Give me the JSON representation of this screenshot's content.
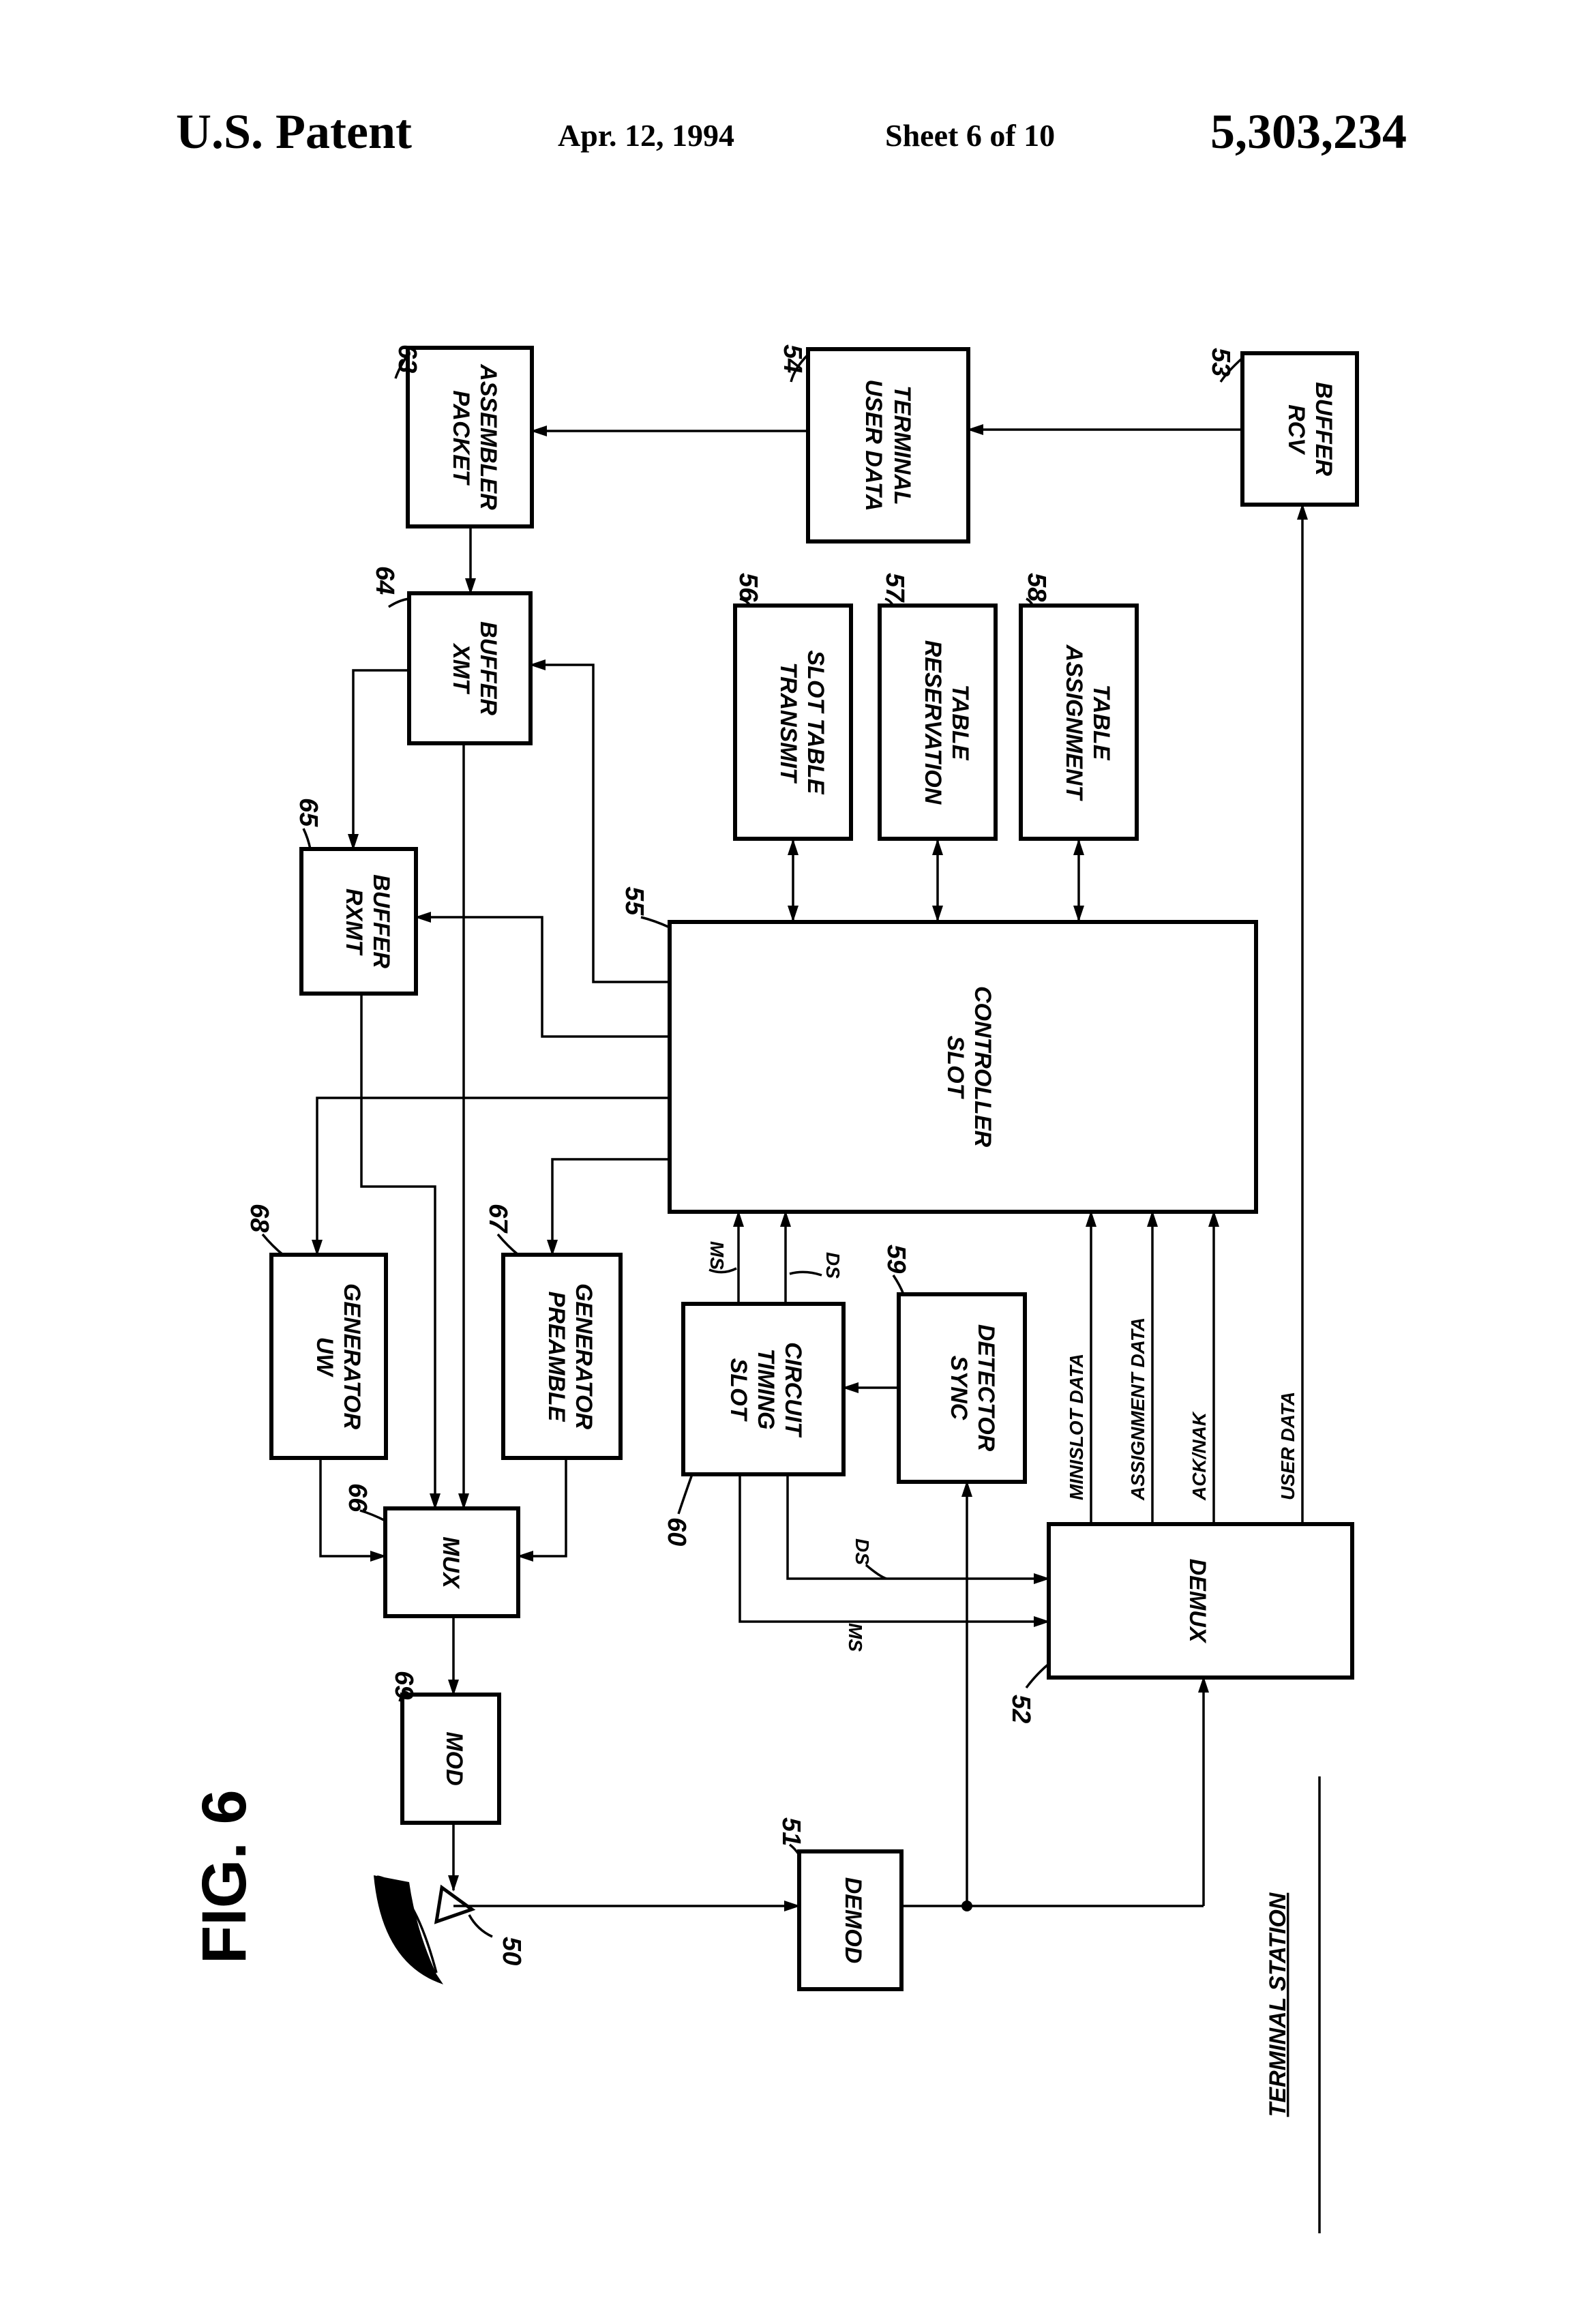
{
  "header": {
    "left": "U.S. Patent",
    "date": "Apr. 12, 1994",
    "sheet": "Sheet 6 of 10",
    "patent_number": "5,303,234"
  },
  "figure": {
    "label": "FIG. 6",
    "caption": "TERMINAL STATION",
    "blocks": {
      "packet_assembler": {
        "line1": "PACKET",
        "line2": "ASSEMBLER",
        "ref": "63"
      },
      "user_data_terminal": {
        "line1": "USER DATA",
        "line2": "TERMINAL",
        "ref": "54"
      },
      "rcv_buffer": {
        "line1": "RCV",
        "line2": "BUFFER",
        "ref": "53"
      },
      "xmt_buffer": {
        "line1": "XMT",
        "line2": "BUFFER",
        "ref": "64"
      },
      "transmit_slot_table": {
        "line1": "TRANSMIT",
        "line2": "SLOT TABLE",
        "ref": "56"
      },
      "reservation_table": {
        "line1": "RESERVATION",
        "line2": "TABLE",
        "ref": "57"
      },
      "assignment_table": {
        "line1": "ASSIGNMENT",
        "line2": "TABLE",
        "ref": "58"
      },
      "rxmt_buffer": {
        "line1": "RXMT",
        "line2": "BUFFER",
        "ref": "65"
      },
      "slot_controller": {
        "line1": "SLOT",
        "line2": "CONTROLLER",
        "ref": "55"
      },
      "uw_generator": {
        "line1": "UW",
        "line2": "GENERATOR",
        "ref": "68"
      },
      "preamble_generator": {
        "line1": "PREAMBLE",
        "line2": "GENERATOR",
        "ref": "67"
      },
      "slot_timing_circuit": {
        "line1": "SLOT",
        "line2": "TIMING",
        "line3": "CIRCUIT",
        "ref": "60"
      },
      "sync_detector": {
        "line1": "SYNC",
        "line2": "DETECTOR",
        "ref": "59"
      },
      "mux": {
        "line1": "MUX",
        "ref": "66"
      },
      "demux": {
        "line1": "DEMUX",
        "ref": "52"
      },
      "mod": {
        "line1": "MOD",
        "ref": "69"
      },
      "demod": {
        "line1": "DEMOD",
        "ref": "51"
      },
      "antenna": {
        "ref": "50"
      }
    },
    "signals": {
      "ms_top": "MS",
      "ds_top": "DS",
      "ds_bottom": "DS",
      "ms_bottom": "MS",
      "minislot_data": "MINISLOT DATA",
      "assignment_data": "ASSIGNMENT DATA",
      "ack_nak": "ACK/NAK",
      "user_data": "USER DATA"
    }
  }
}
